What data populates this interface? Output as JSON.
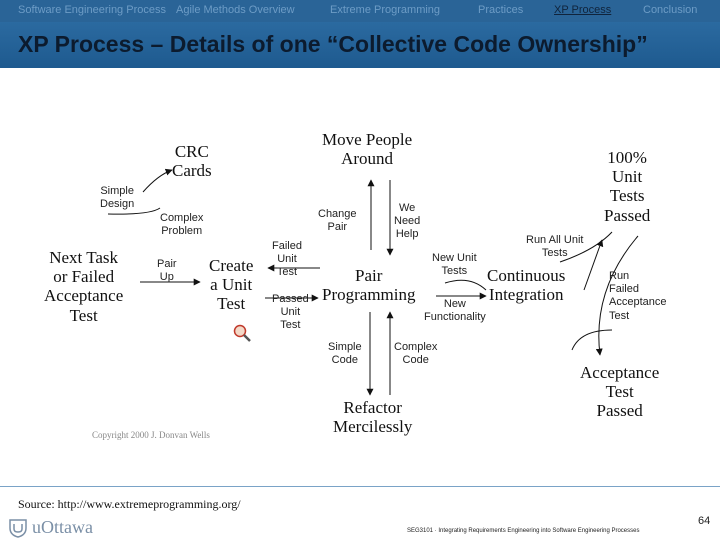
{
  "nav": {
    "items": [
      "Software Engineering Process",
      "Agile Methods Overview",
      "Extreme Programming",
      "Practices",
      "XP Process",
      "Conclusion"
    ],
    "active": "XP Process"
  },
  "title": "XP Process – Details of one “Collective Code Ownership”",
  "diagram": {
    "crc_cards": "CRC\nCards",
    "simple_design": "Simple\nDesign",
    "complex_problem": "Complex\nProblem",
    "next_task": "Next Task\nor Failed\nAcceptance\nTest",
    "pair_up": "Pair\nUp",
    "create_unit_test": "Create\na Unit\nTest",
    "failed_unit_test": "Failed\nUnit\nTest",
    "passed_unit_test": "Passed\nUnit\nTest",
    "move_people_around": "Move People\nAround",
    "change_pair": "Change\nPair",
    "we_need_help": "We\nNeed\nHelp",
    "pair_programming": "Pair\nProgramming",
    "new_unit_tests": "New Unit\nTests",
    "new_functionality": "New\nFunctionality",
    "simple_code": "Simple\nCode",
    "complex_code": "Complex\nCode",
    "refactor_mercilessly": "Refactor\nMercilessly",
    "run_all_unit_tests": "Run All Unit\nTests",
    "continuous_integration": "Continuous\nIntegration",
    "unit_tests_passed": "100%\nUnit\nTests\nPassed",
    "run_failed_acceptance_test": "Run\nFailed\nAcceptance\nTest",
    "acceptance_test_passed": "Acceptance\nTest\nPassed",
    "copyright": "Copyright 2000 J. Donvan Wells"
  },
  "footer": {
    "source": "Source: http://www.extremeprogramming.org/",
    "logo_text": "uOttawa",
    "course": "SEG3101 · Integrating Requirements Engineering into Software Engineering Processes",
    "page_number": "64"
  },
  "colors": {
    "nav_bar": "#2a6497",
    "nav_text": "#6d9cc6",
    "active_nav": "#10243c",
    "title_bar": "#1e5a8f",
    "title_text": "#0c1b2e"
  },
  "icons": {
    "magnifier": "magnifier-icon",
    "logo": "uottawa-shield-icon"
  }
}
